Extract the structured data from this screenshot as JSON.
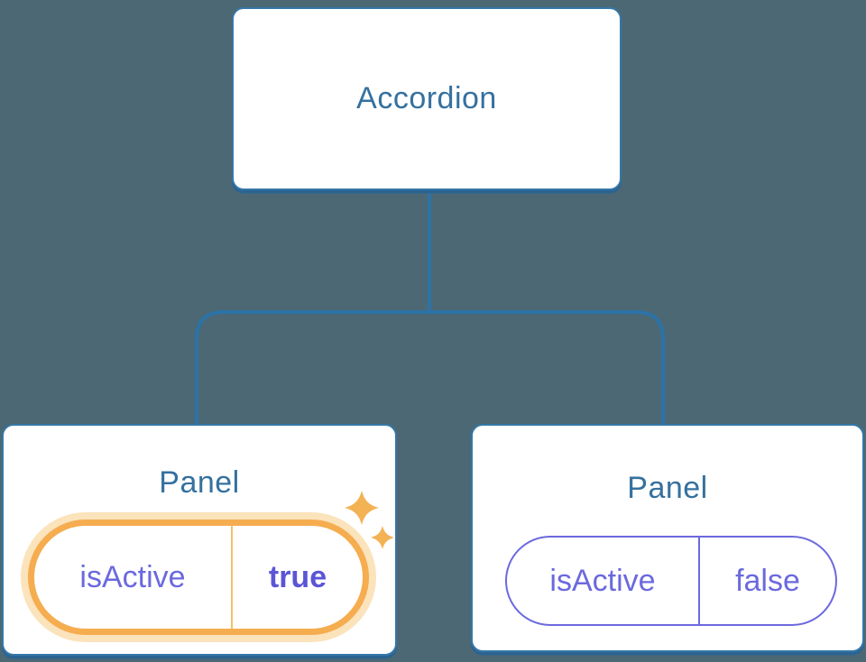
{
  "tree": {
    "root": {
      "label": "Accordion"
    },
    "panels": [
      {
        "label": "Panel",
        "prop_name": "isActive",
        "prop_value": "true",
        "highlighted": true
      },
      {
        "label": "Panel",
        "prop_name": "isActive",
        "prop_value": "false",
        "highlighted": false
      }
    ]
  },
  "icons": {
    "sparkles": "sparkles-icon"
  },
  "colors": {
    "background": "#4C6874",
    "connector": "#2B73A7",
    "node_fill": "#FFFFFF",
    "node_border": "#3478A8",
    "node_border_bottom": "#2B6391",
    "node_label": "#35719F",
    "prop_text": "#6B69DE",
    "prop_value_active": "#5B55D6",
    "highlight_ring": "#F5AD50",
    "highlight_glow": "#FBE3BC",
    "highlight_divider": "#F5C068",
    "sparkle": "#F3B254"
  }
}
